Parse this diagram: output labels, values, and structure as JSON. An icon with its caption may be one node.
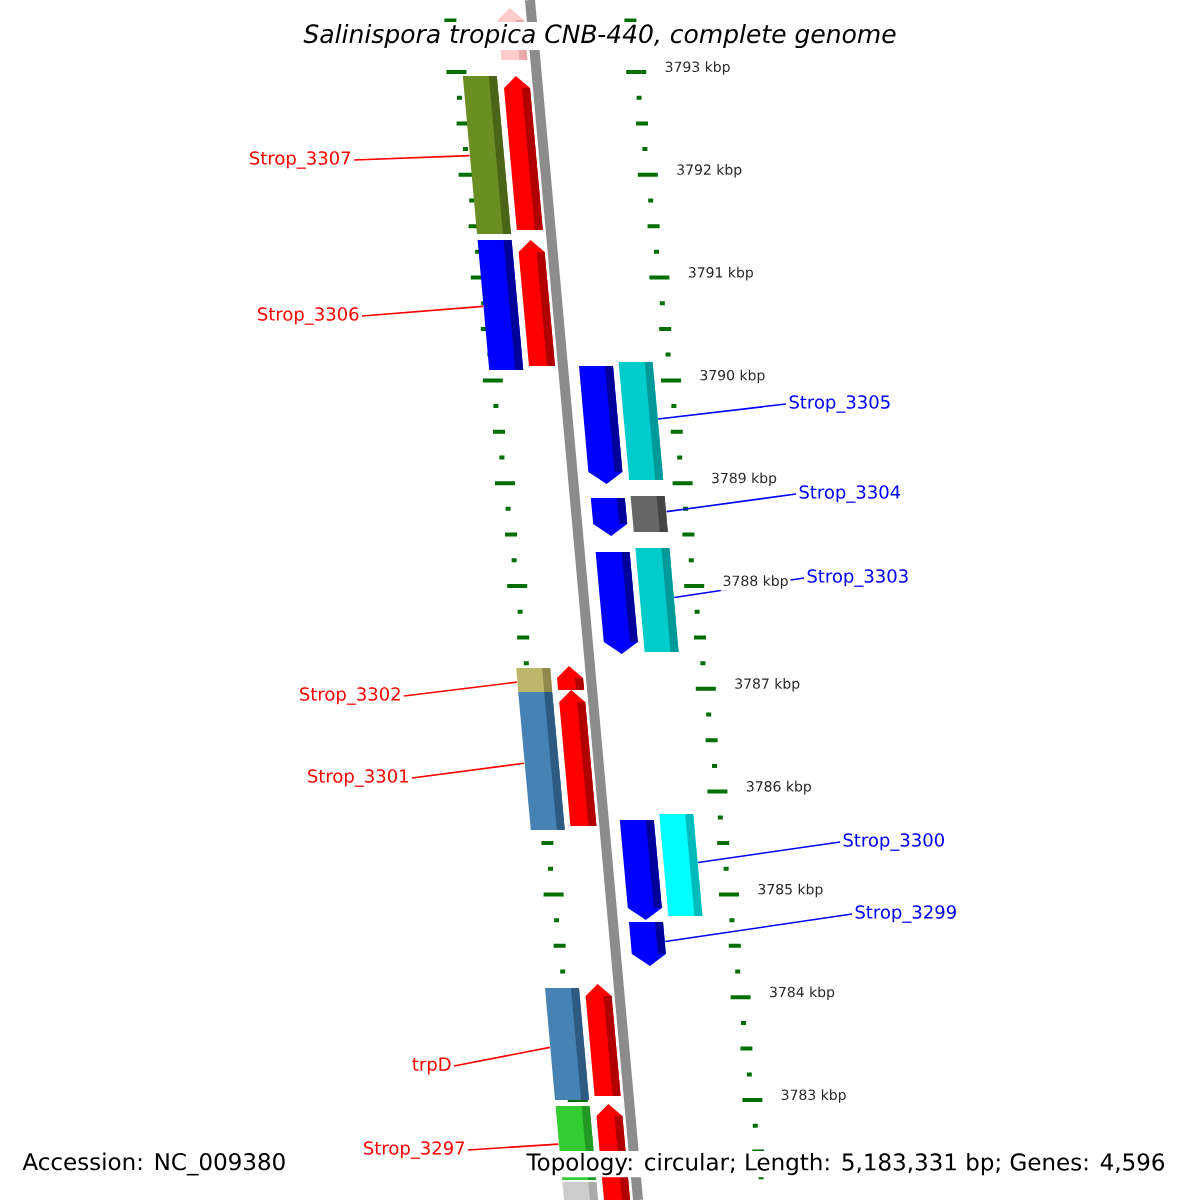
{
  "diagram": {
    "title": "Salinispora tropica CNB-440, complete genome",
    "nodes": [
      {
        "text": [
          "Strop_3307"
        ]
      },
      {
        "text": [
          "Strop_3306"
        ]
      },
      {
        "text": [
          "Strop_3305"
        ]
      },
      {
        "text": [
          "Strop_3304"
        ]
      },
      {
        "text": [
          "Strop_3303"
        ]
      },
      {
        "text": [
          "Strop_3302"
        ]
      },
      {
        "text": [
          "Strop_3301"
        ]
      },
      {
        "text": [
          "Strop_3300"
        ]
      },
      {
        "text": [
          "Strop_3299"
        ]
      },
      {
        "text": [
          "trpD"
        ]
      },
      {
        "text": [
          "Strop_3297"
        ]
      },
      {
        "text": [],
        "shape": "arrow"
      },
      {
        "text": [],
        "shape": "bar"
      },
      {
        "text": [],
        "shape": "arrow"
      },
      {
        "text": [],
        "shape": "bar"
      },
      {
        "text": [],
        "shape": "arrow"
      },
      {
        "text": [],
        "shape": "arrow"
      },
      {
        "text": [],
        "shape": "bar"
      },
      {
        "text": [],
        "shape": "arrow"
      },
      {
        "text": [],
        "shape": "bar"
      },
      {
        "text": [],
        "shape": "arrow"
      },
      {
        "text": [],
        "shape": "bar"
      },
      {
        "text": [],
        "shape": "bar"
      },
      {
        "text": [],
        "shape": "arrow"
      },
      {
        "text": [],
        "shape": "bar"
      },
      {
        "text": [],
        "shape": "arrow"
      },
      {
        "text": [],
        "shape": "arrow"
      },
      {
        "text": [],
        "shape": "bar"
      },
      {
        "text": [],
        "shape": "arrow"
      },
      {
        "text": [],
        "shape": "bar"
      },
      {
        "text": [],
        "shape": "arrow"
      },
      {
        "text": [],
        "shape": "bar"
      },
      {
        "text": [],
        "shape": "arrow"
      },
      {
        "text": [],
        "shape": "bar"
      }
    ],
    "edges": [
      {
        "from": 0,
        "to": 12,
        "arrow": "none"
      },
      {
        "from": 1,
        "to": 14,
        "arrow": "none"
      },
      {
        "from": 2,
        "to": 17,
        "arrow": "none",
        "color": "#0000ff"
      },
      {
        "from": 3,
        "to": 19,
        "arrow": "none",
        "color": "#0000ff"
      },
      {
        "from": 4,
        "to": 21,
        "arrow": "none",
        "color": "#0000ff"
      },
      {
        "from": 5,
        "to": 22,
        "arrow": "none"
      },
      {
        "from": 6,
        "to": 24,
        "arrow": "none"
      },
      {
        "from": 7,
        "to": 27,
        "arrow": "none",
        "color": "#0000ff"
      },
      {
        "from": 8,
        "to": 28,
        "arrow": "none",
        "color": "#0000ff"
      },
      {
        "from": 9,
        "to": 29,
        "arrow": "none"
      },
      {
        "from": 10,
        "to": 31,
        "arrow": "none"
      }
    ],
    "labels": [
      "3793 kbp",
      "3792 kbp",
      "3791 kbp",
      "3790 kbp",
      "3789 kbp",
      "3788 kbp",
      "3787 kbp",
      "3786 kbp",
      "3785 kbp",
      "3784 kbp",
      "3783 kbp",
      "Accession: NC_009380",
      "Topology: circular; Length: 5,183,331 bp; Genes: 4,596"
    ]
  }
}
